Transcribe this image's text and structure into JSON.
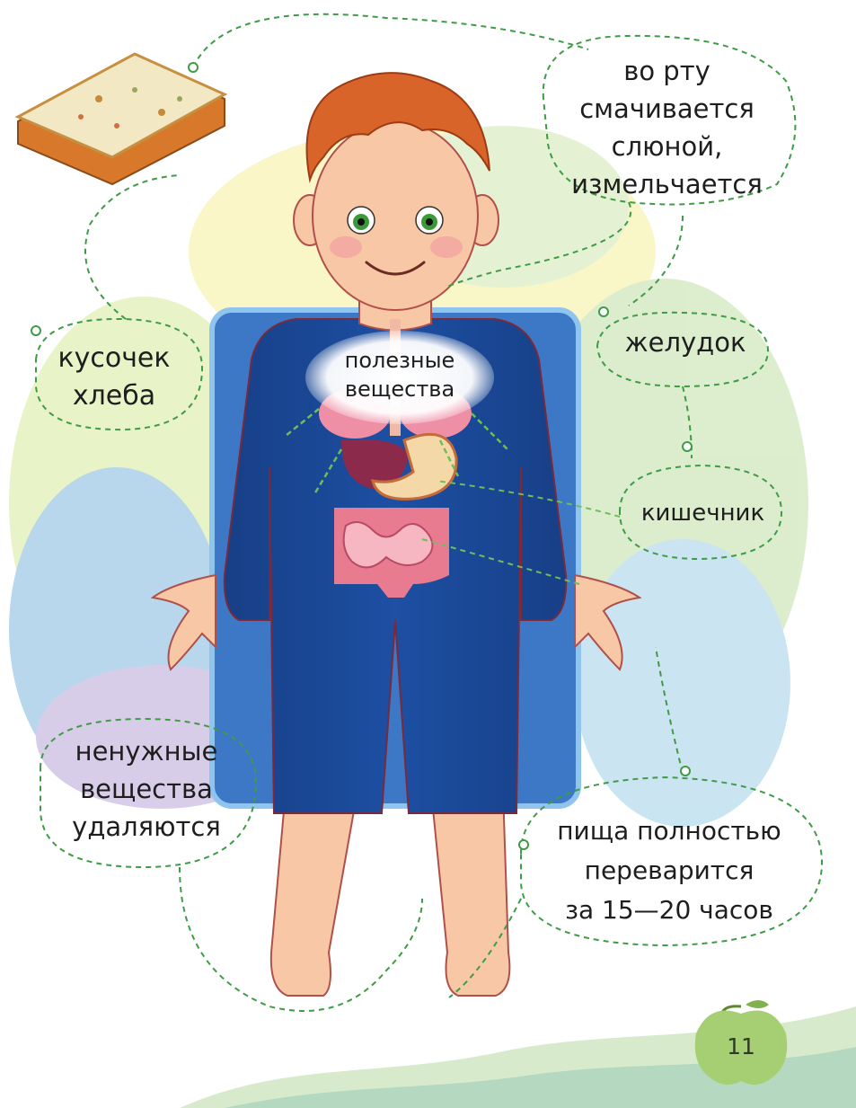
{
  "labels": {
    "mouth": [
      "во рту",
      "смачивается",
      "слюной,",
      "измельчается"
    ],
    "bread": [
      "кусочек",
      "хлеба"
    ],
    "nutrients": [
      "полезные",
      "вещества"
    ],
    "stomach": "желудок",
    "intestine": "кишечник",
    "waste": [
      "ненужные",
      "вещества",
      "удаляются"
    ],
    "digestion": [
      "пища полностью",
      "переварится",
      "за 15—20 часов"
    ]
  },
  "page": {
    "number": "11"
  },
  "colors": {
    "bodysuit": "#1a4a9a",
    "panel": "#3e78c8",
    "skin": "#f7c7a6",
    "hair": "#d9642a",
    "dashes": "#3f9b45",
    "apple": "#a6cf73",
    "organs": "#e06a82"
  },
  "icons": [
    "bread-slice-icon",
    "apple-icon",
    "boy-illustration"
  ]
}
